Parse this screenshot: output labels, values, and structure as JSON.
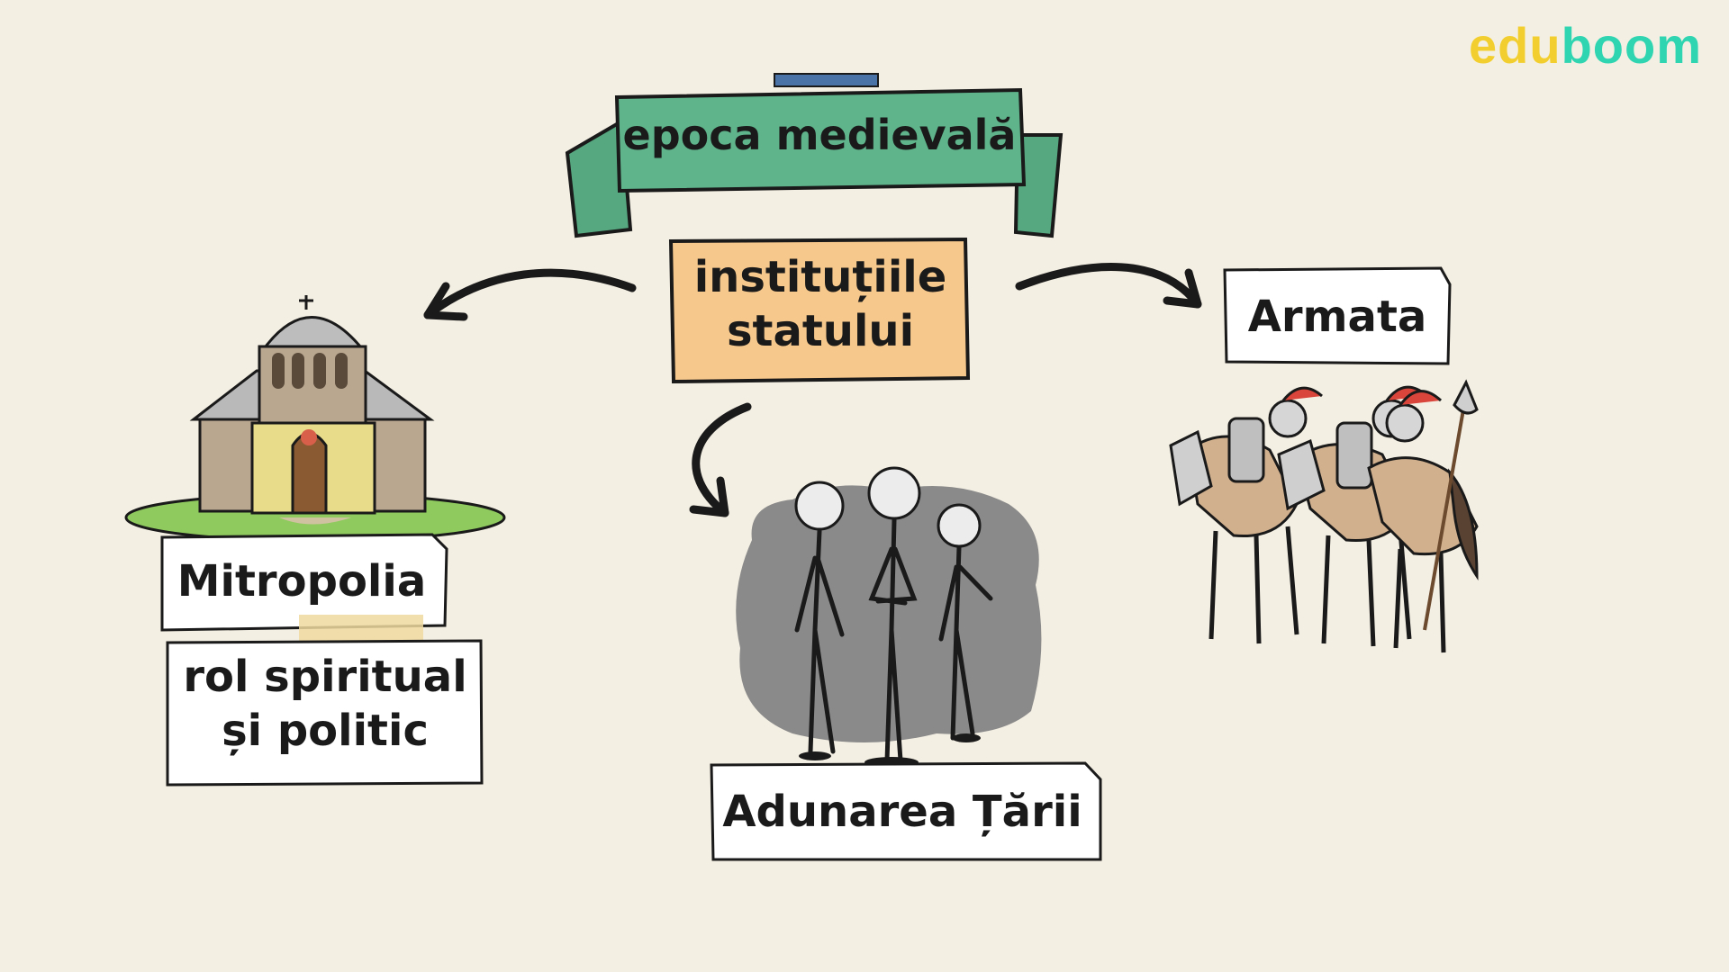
{
  "brand": {
    "part1": "edu",
    "part2": "boom",
    "color1": "#f2cf2e",
    "color2": "#2fd4b0"
  },
  "diagram": {
    "title": "epoca medievală",
    "center": {
      "line1": "instituțiile",
      "line2": "statului"
    },
    "nodes": {
      "mitropolia": "Mitropolia",
      "mitropolia_role": {
        "line1": "rol spiritual",
        "line2": "și politic"
      },
      "adunarea": "Adunarea Țării",
      "armata": "Armata"
    },
    "colors": {
      "banner": "#5fb48c",
      "center_box": "#f7c88c",
      "background": "#f4efe3",
      "grass": "#8fca5e",
      "crowd": "#8a8a8a"
    }
  }
}
